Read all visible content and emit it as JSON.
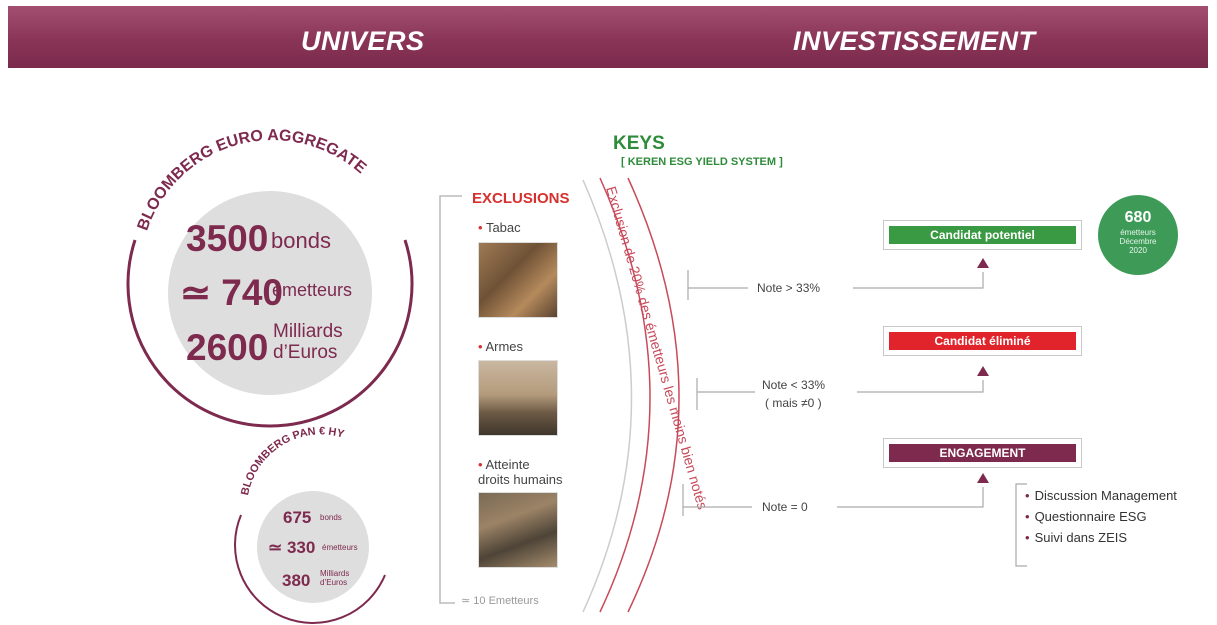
{
  "header": {
    "left_title": "UNIVERS",
    "right_title": "INVESTISSEMENT"
  },
  "bloomberg_euro": {
    "title": "BLOOMBERG EURO AGGREGATE",
    "bonds_value": "3500",
    "bonds_label": "bonds",
    "issuers_value": "≃ 740",
    "issuers_label": "émetteurs",
    "amount_value": "2600",
    "amount_label_1": "Milliards",
    "amount_label_2": "d’Euros"
  },
  "bloomberg_pan": {
    "title": "BLOOMBERG PAN € HY",
    "bonds_value": "675",
    "bonds_label": "bonds",
    "issuers_value": "≃ 330",
    "issuers_label": "émetteurs",
    "amount_value": "380",
    "amount_label_1": "Milliards",
    "amount_label_2": "d’Euros"
  },
  "keys": {
    "title": "KEYS",
    "subtitle": "[ KEREN ESG YIELD SYSTEM ]"
  },
  "exclusions": {
    "title": "EXCLUSIONS",
    "items": [
      {
        "label": "Tabac"
      },
      {
        "label": "Armes"
      },
      {
        "label": "Atteinte",
        "label_2": "droits humains"
      }
    ],
    "footnote": "≃ 10 Emetteurs",
    "arc_text": "Exclusion de 20% des émetteurs les moins bien notés"
  },
  "notes": {
    "high": "Note > 33%",
    "mid_1": "Note < 33%",
    "mid_2": "( mais ≠0 )",
    "zero": "Note = 0"
  },
  "candidates": {
    "potential": {
      "label": "Candidat potentiel",
      "color": "#3a9a43"
    },
    "eliminated": {
      "label": "Candidat éliminé",
      "color": "#e1242b"
    },
    "engagement": {
      "label": "ENGAGEMENT",
      "color": "#7d2a4e"
    }
  },
  "badge": {
    "value": "680",
    "line_1": "émetteurs",
    "line_2": "Décembre",
    "line_3": "2020"
  },
  "engagement_list": [
    "Discussion Management",
    "Questionnaire ESG",
    "Suivi dans ZEIS"
  ],
  "colors": {
    "brand": "#7d2a4e",
    "green": "#2e8b3a",
    "red": "#d6312e"
  }
}
